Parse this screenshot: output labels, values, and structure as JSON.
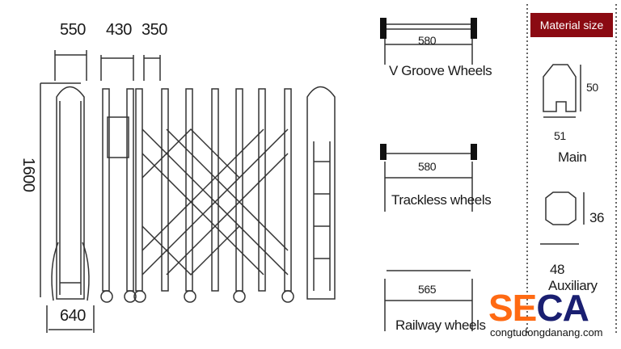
{
  "gate_drawing": {
    "dimensions": {
      "post_width": "550",
      "panel_width": "430",
      "segment_width": "350",
      "height": "1600",
      "base_width": "640"
    }
  },
  "wheels": [
    {
      "name": "V Groove Wheels",
      "width": "580"
    },
    {
      "name": "Trackless wheels",
      "width": "580"
    },
    {
      "name": "Railway wheels",
      "width": "565"
    }
  ],
  "material_size": {
    "header": "Material size",
    "main": {
      "label": "Main",
      "width": "51",
      "height": "50"
    },
    "auxiliary": {
      "label": "Auxiliary",
      "width": "48",
      "height": "36"
    }
  },
  "brand": {
    "logo_part1": "SE",
    "logo_part2": "CA",
    "website": "congtudongdanang.com",
    "color_orange": "#ff6a13",
    "color_navy": "#1a1f71",
    "header_red": "#8b0a12"
  }
}
